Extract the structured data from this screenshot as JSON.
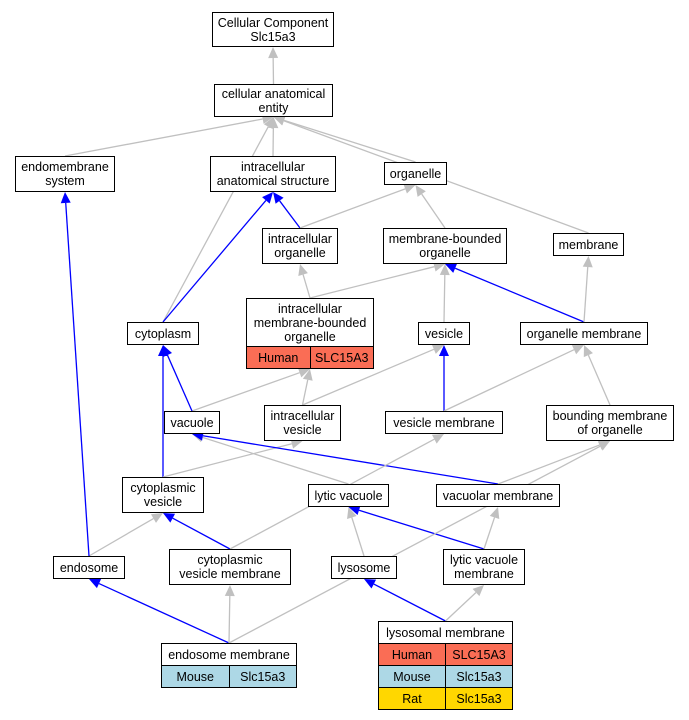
{
  "colors": {
    "line_gray": "#c0c0c0",
    "line_blue": "#0000ff",
    "human": "#fa6d55",
    "mouse": "#add8e6",
    "rat": "#ffd700"
  },
  "nodes": {
    "root": "Cellular Component\nSlc15a3",
    "cae": "cellular anatomical\nentity",
    "endo_sys": "endomembrane\nsystem",
    "ias": "intracellular\nanatomical structure",
    "organelle": "organelle",
    "intra_org": "intracellular\norganelle",
    "mbo": "membrane-bounded\norganelle",
    "membrane": "membrane",
    "imbo": "intracellular\nmembrane-bounded\norganelle",
    "cytoplasm": "cytoplasm",
    "vesicle": "vesicle",
    "org_mem": "organelle membrane",
    "vacuole": "vacuole",
    "intra_ves": "intracellular\nvesicle",
    "ves_mem": "vesicle membrane",
    "bound_mem": "bounding membrane\nof organelle",
    "cyto_ves": "cytoplasmic\nvesicle",
    "lytic_vac": "lytic vacuole",
    "vac_mem": "vacuolar membrane",
    "endosome": "endosome",
    "cyto_ves_mem": "cytoplasmic\nvesicle membrane",
    "lysosome": "lysosome",
    "lytic_vac_mem": "lytic vacuole\nmembrane",
    "lyso_mem": "lysosomal membrane",
    "endo_mem": "endosome membrane"
  },
  "annotations": {
    "imbo": [
      {
        "species": "Human",
        "gene": "SLC15A3",
        "color": "human"
      }
    ],
    "lyso_mem": [
      {
        "species": "Human",
        "gene": "SLC15A3",
        "color": "human"
      },
      {
        "species": "Mouse",
        "gene": "Slc15a3",
        "color": "mouse"
      },
      {
        "species": "Rat",
        "gene": "Slc15a3",
        "color": "rat"
      }
    ],
    "endo_mem": [
      {
        "species": "Mouse",
        "gene": "Slc15a3",
        "color": "mouse"
      }
    ]
  },
  "edges": [
    {
      "from": "cae",
      "to": "root",
      "color": "line_gray"
    },
    {
      "from": "endo_sys",
      "to": "cae",
      "color": "line_gray"
    },
    {
      "from": "ias",
      "to": "cae",
      "color": "line_gray"
    },
    {
      "from": "organelle",
      "to": "cae",
      "color": "line_gray"
    },
    {
      "from": "membrane",
      "to": "cae",
      "color": "line_gray"
    },
    {
      "from": "cytoplasm",
      "to": "cae",
      "color": "line_gray"
    },
    {
      "from": "intra_org",
      "to": "ias",
      "color": "line_blue"
    },
    {
      "from": "cytoplasm",
      "to": "ias",
      "color": "line_blue"
    },
    {
      "from": "intra_org",
      "to": "organelle",
      "color": "line_gray"
    },
    {
      "from": "mbo",
      "to": "organelle",
      "color": "line_gray"
    },
    {
      "from": "imbo",
      "to": "intra_org",
      "color": "line_gray"
    },
    {
      "from": "imbo",
      "to": "mbo",
      "color": "line_gray"
    },
    {
      "from": "vesicle",
      "to": "mbo",
      "color": "line_gray"
    },
    {
      "from": "org_mem",
      "to": "mbo",
      "color": "line_blue"
    },
    {
      "from": "org_mem",
      "to": "membrane",
      "color": "line_gray"
    },
    {
      "from": "vacuole",
      "to": "imbo",
      "color": "line_gray"
    },
    {
      "from": "intra_ves",
      "to": "imbo",
      "color": "line_gray"
    },
    {
      "from": "vacuole",
      "to": "cytoplasm",
      "color": "line_blue"
    },
    {
      "from": "cyto_ves",
      "to": "cytoplasm",
      "color": "line_blue"
    },
    {
      "from": "intra_ves",
      "to": "vesicle",
      "color": "line_gray"
    },
    {
      "from": "ves_mem",
      "to": "vesicle",
      "color": "line_blue"
    },
    {
      "from": "ves_mem",
      "to": "org_mem",
      "color": "line_gray"
    },
    {
      "from": "bound_mem",
      "to": "org_mem",
      "color": "line_gray"
    },
    {
      "from": "cyto_ves",
      "to": "intra_ves",
      "color": "line_gray"
    },
    {
      "from": "lytic_vac",
      "to": "vacuole",
      "color": "line_gray"
    },
    {
      "from": "vac_mem",
      "to": "vacuole",
      "color": "line_blue"
    },
    {
      "from": "vac_mem",
      "to": "bound_mem",
      "color": "line_gray"
    },
    {
      "from": "endosome",
      "to": "cyto_ves",
      "color": "line_gray"
    },
    {
      "from": "cyto_ves_mem",
      "to": "cyto_ves",
      "color": "line_blue"
    },
    {
      "from": "cyto_ves_mem",
      "to": "ves_mem",
      "color": "line_gray"
    },
    {
      "from": "lysosome",
      "to": "lytic_vac",
      "color": "line_gray"
    },
    {
      "from": "lytic_vac_mem",
      "to": "lytic_vac",
      "color": "line_blue"
    },
    {
      "from": "lytic_vac_mem",
      "to": "vac_mem",
      "color": "line_gray"
    },
    {
      "from": "endosome",
      "to": "endo_sys",
      "color": "line_blue"
    },
    {
      "from": "lyso_mem",
      "to": "lysosome",
      "color": "line_blue"
    },
    {
      "from": "lyso_mem",
      "to": "lytic_vac_mem",
      "color": "line_gray"
    },
    {
      "from": "endo_mem",
      "to": "endosome",
      "color": "line_blue"
    },
    {
      "from": "endo_mem",
      "to": "cyto_ves_mem",
      "color": "line_gray"
    },
    {
      "from": "endo_mem",
      "to": "bound_mem",
      "color": "line_gray"
    }
  ]
}
